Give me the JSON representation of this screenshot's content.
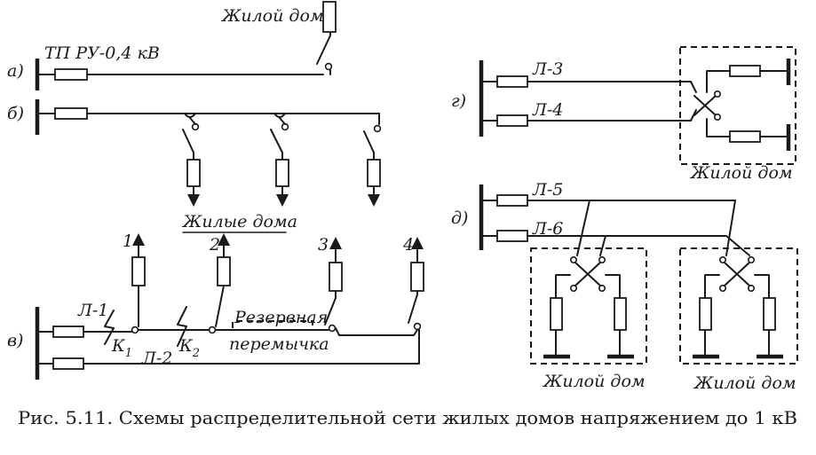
{
  "caption": "Рис. 5.11. Схемы распределительной сети жилых домов напряжением до 1 кВ",
  "scheme_a": {
    "letter": "а)",
    "source_label": "ТП РУ-0,4 кВ",
    "house_label": "Жилой дом"
  },
  "scheme_b": {
    "letter": "б)",
    "houses_label": "Жилые дома"
  },
  "scheme_v": {
    "letter": "в)",
    "line1": "Л-1",
    "line2": "Л-2",
    "fault1_base": "К",
    "fault1_sub": "1",
    "fault2_base": "К",
    "fault2_sub": "2",
    "reserve_line1": "Резервная",
    "reserve_line2": "перемычка",
    "house_numbers": [
      "1",
      "2",
      "3",
      "4"
    ]
  },
  "scheme_g": {
    "letter": "г)",
    "line1": "Л-3",
    "line2": "Л-4",
    "house_label": "Жилой дом"
  },
  "scheme_d": {
    "letter": "д)",
    "line1": "Л-5",
    "line2": "Л-6",
    "house_label_1": "Жилой дом",
    "house_label_2": "Жилой дом"
  }
}
